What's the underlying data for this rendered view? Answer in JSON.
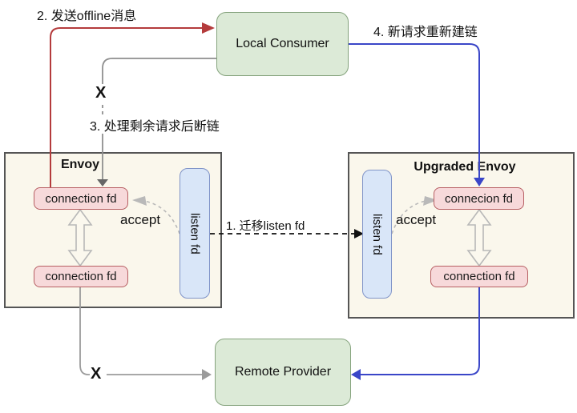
{
  "colors": {
    "arrow_red": "#b43b3c",
    "arrow_blue": "#3a46c8",
    "arrow_gray": "#999999",
    "migrate_dash": "#111111",
    "accept_dash": "#b9b9b9",
    "node_green_fill": "#dcead7",
    "node_green_border": "#85a37d",
    "pill_pink_fill": "#f7d9da",
    "pill_pink_border": "#b75f63",
    "listen_blue_fill": "#d9e6f8",
    "listen_blue_border": "#8094c8",
    "panel_fill": "#faf7ec",
    "panel_border": "#555555"
  },
  "nodes": {
    "local_consumer": {
      "label": "Local Consumer"
    },
    "remote_provider": {
      "label": "Remote Provider"
    },
    "envoy": {
      "title": "Envoy",
      "conn_top": "connection fd",
      "conn_bottom": "connection fd",
      "listen": "listen fd",
      "accept": "accept"
    },
    "upgraded_envoy": {
      "title": "Upgraded Envoy",
      "conn_top": "connecion fd",
      "conn_bottom": "connection fd",
      "listen": "listen fd",
      "accept": "accept"
    }
  },
  "labels": {
    "step1": "1. 迁移listen fd",
    "step2": "2. 发送offline消息",
    "step3": "3. 处理剩余请求后断链",
    "step4": "4. 新请求重新建链",
    "x_top": "X",
    "x_bottom": "X"
  }
}
